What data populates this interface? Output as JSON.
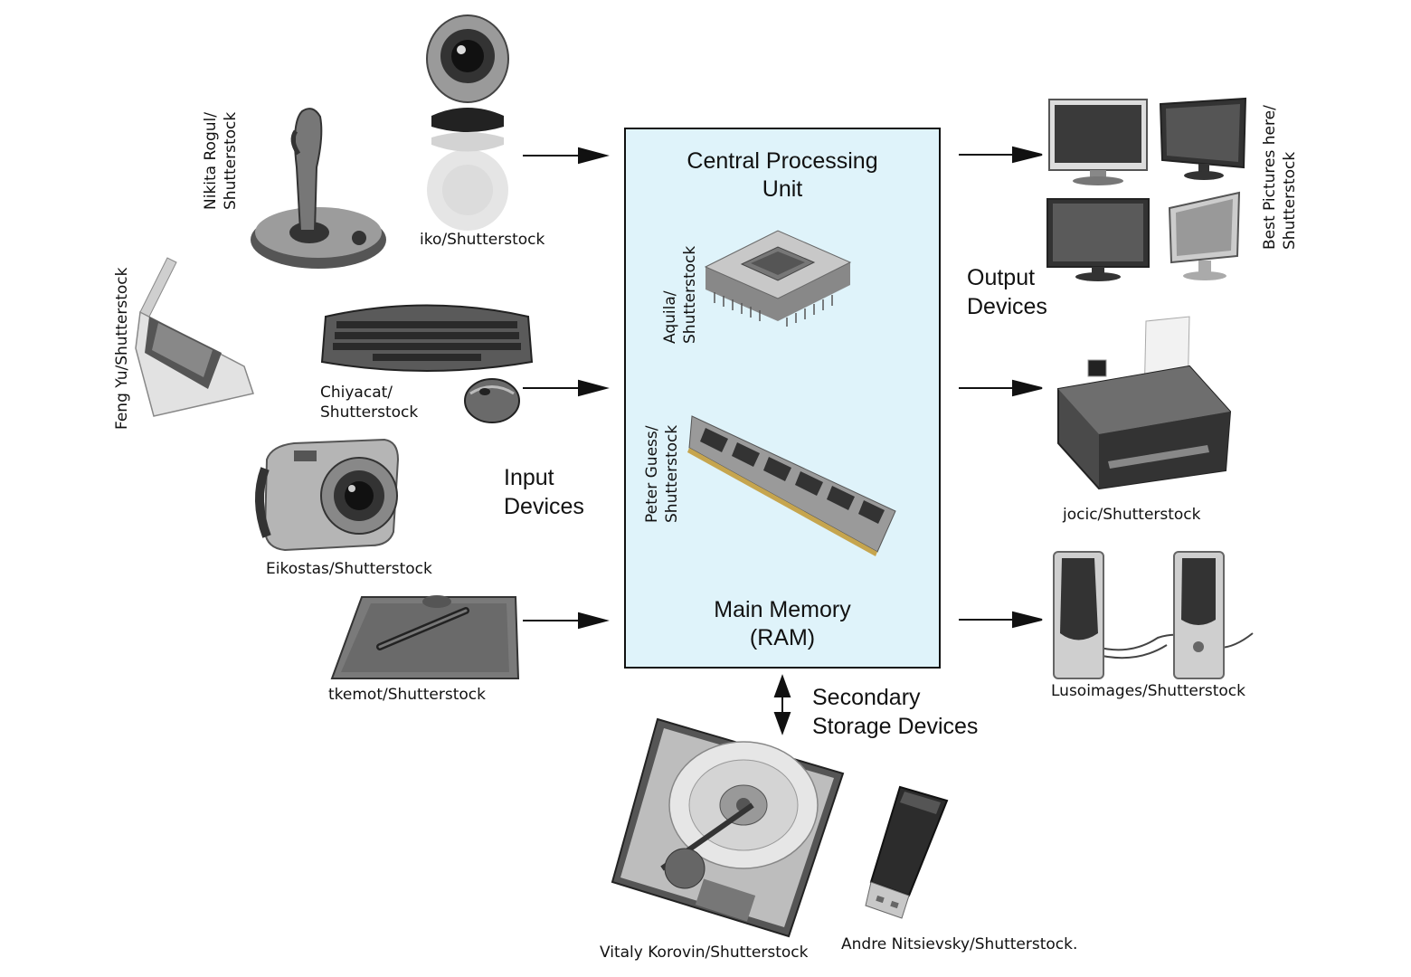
{
  "cpu_box": {
    "cpu_title_line1": "Central Processing",
    "cpu_title_line2": "Unit",
    "ram_title_line1": "Main Memory",
    "ram_title_line2": "(RAM)",
    "cpu_credit_line1": "Aquila/",
    "cpu_credit_line2": "Shutterstock",
    "ram_credit_line1": "Peter Guess/",
    "ram_credit_line2": "Shutterstock",
    "background_color": "#dff3fa"
  },
  "input_devices": {
    "label_line1": "Input",
    "label_line2": "Devices",
    "webcam_credit": "iko/Shutterstock",
    "joystick_credit_line1": "Nikita Rogul/",
    "joystick_credit_line2": "Shutterstock",
    "scanner_credit": "Feng Yu/Shutterstock",
    "keyboard_credit_line1": "Chiyacat/",
    "keyboard_credit_line2": "Shutterstock",
    "camera_credit": "Eikostas/Shutterstock",
    "tablet_credit": "tkemot/Shutterstock"
  },
  "output_devices": {
    "label_line1": "Output",
    "label_line2": "Devices",
    "monitors_credit_line1": "Best Pictures here/",
    "monitors_credit_line2": "Shutterstock",
    "printer_credit": "jocic/Shutterstock",
    "speakers_credit": "Lusoimages/Shutterstock"
  },
  "storage_devices": {
    "label_line1": "Secondary",
    "label_line2": "Storage Devices",
    "hdd_credit": "Vitaly Korovin/Shutterstock",
    "usb_credit": "Andre Nitsievsky/Shutterstock."
  },
  "icons": [
    "webcam-icon",
    "joystick-icon",
    "scanner-icon",
    "keyboard-icon",
    "mouse-icon",
    "camera-icon",
    "tablet-icon",
    "cpu-chip-icon",
    "ram-module-icon",
    "monitor-icon",
    "printer-icon",
    "speaker-icon",
    "hard-drive-icon",
    "usb-drive-icon"
  ]
}
